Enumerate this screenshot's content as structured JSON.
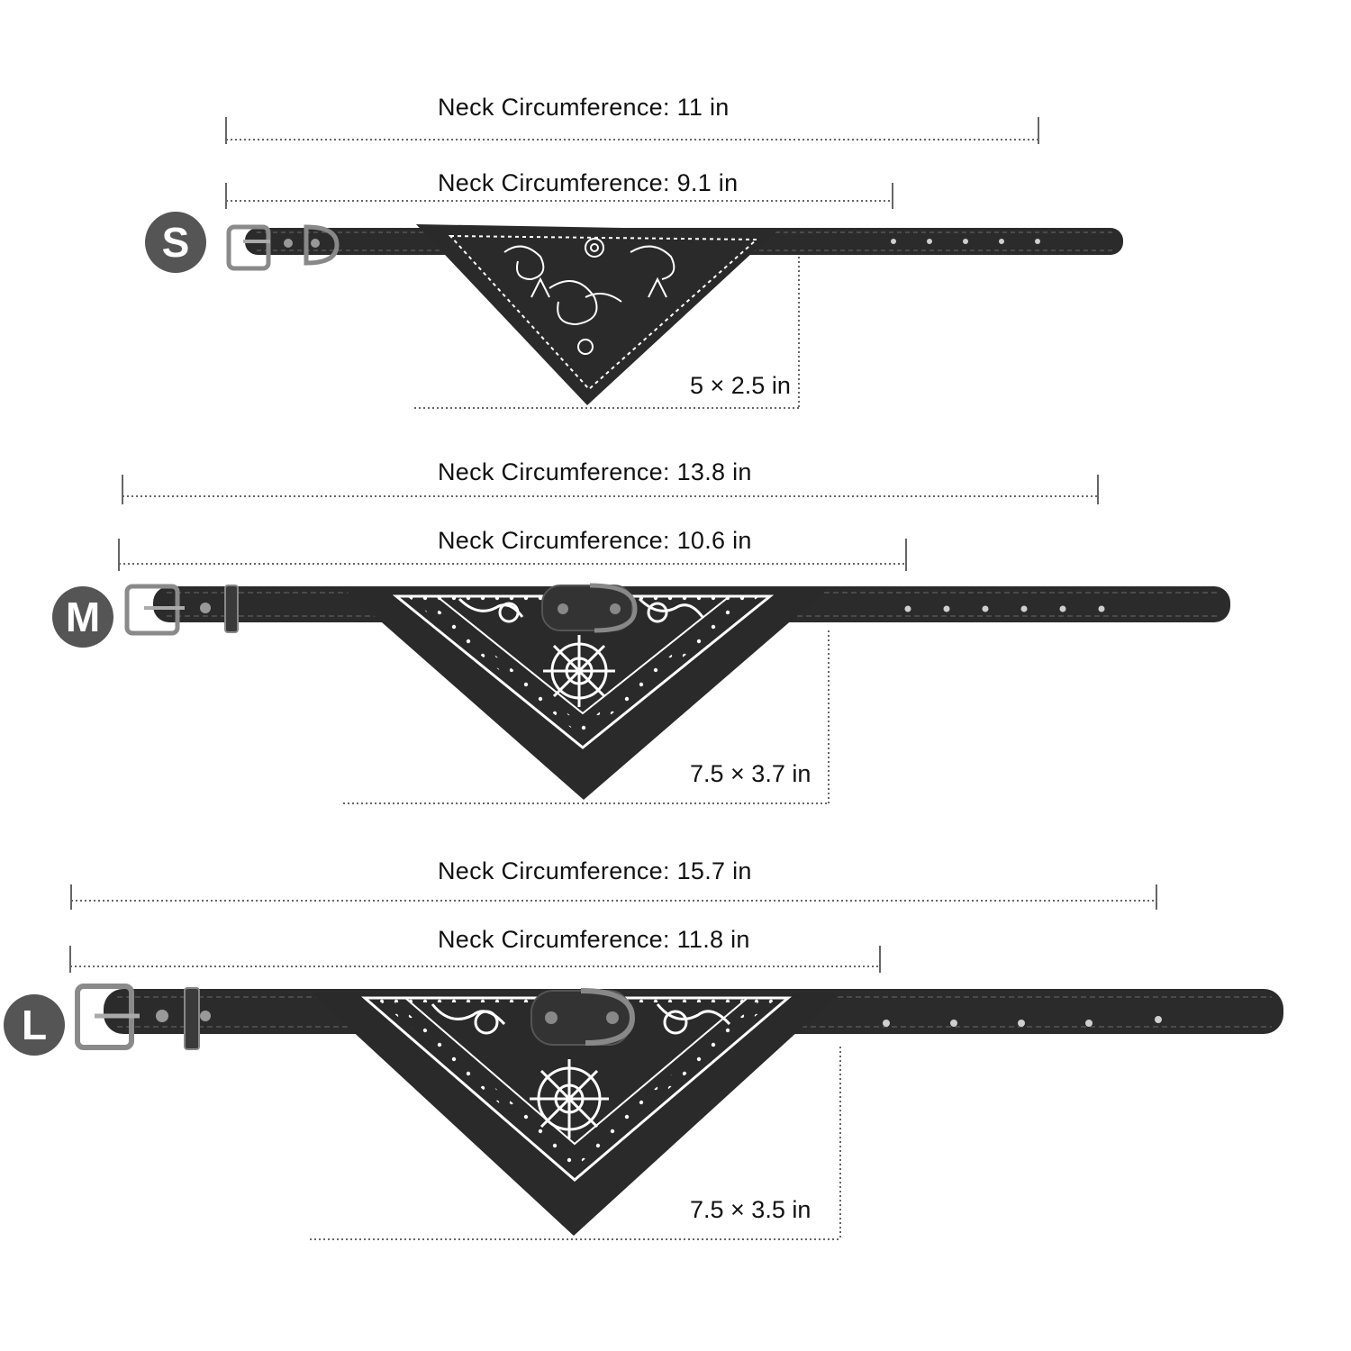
{
  "sizes": [
    {
      "badge": "S",
      "outer_label": "Neck Circumference: 11 in",
      "inner_label": "Neck Circumference: 9.1 in",
      "bandana_label": "5 × 2.5 in"
    },
    {
      "badge": "M",
      "outer_label": "Neck Circumference: 13.8 in",
      "inner_label": "Neck Circumference: 10.6 in",
      "bandana_label": "7.5 × 3.7 in"
    },
    {
      "badge": "L",
      "outer_label": "Neck Circumference: 15.7 in",
      "inner_label": "Neck Circumference: 11.8 in",
      "bandana_label": "7.5 × 3.5 in"
    }
  ],
  "colors": {
    "badge": "#555555",
    "collar": "#2b2b2b",
    "bandana": "#2a2a2a",
    "pattern": "#ffffff",
    "guide": "#666666"
  }
}
